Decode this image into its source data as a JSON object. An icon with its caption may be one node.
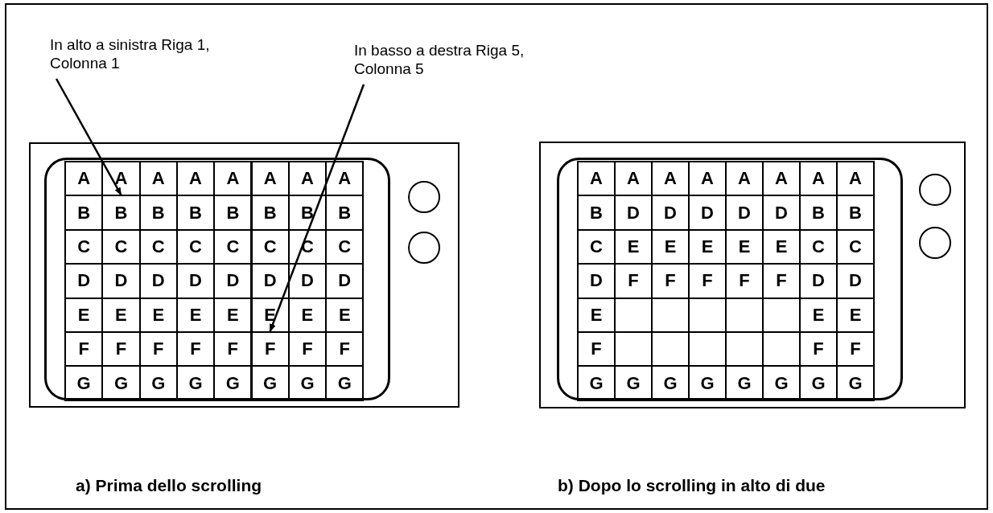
{
  "diagram": {
    "nodes": [
      {
        "text": [
          "In alto a sinistra Riga 1, Colonna 1"
        ]
      },
      {
        "text": [
          "In basso a destra Riga 5, Colonna 5"
        ]
      },
      {
        "text": [
          "B"
        ]
      },
      {
        "text": [
          "F"
        ]
      }
    ],
    "edges": [
      {
        "from": 0,
        "to": 2,
        "arrow": "to"
      },
      {
        "from": 1,
        "to": 3,
        "arrow": "to"
      }
    ],
    "labels": [
      "A",
      "A",
      "A",
      "A",
      "A",
      "A",
      "A",
      "A",
      "B",
      "B",
      "B",
      "B",
      "B",
      "B",
      "B",
      "C",
      "C",
      "C",
      "C",
      "C",
      "C",
      "C",
      "C",
      "D",
      "D",
      "D",
      "D",
      "D",
      "D",
      "D",
      "D",
      "E",
      "E",
      "E",
      "E",
      "E",
      "E",
      "E",
      "E",
      "F",
      "F",
      "F",
      "F",
      "F",
      "F",
      "F",
      "G",
      "G",
      "G",
      "G",
      "G",
      "G",
      "G",
      "G",
      "A",
      "A",
      "A",
      "A",
      "A",
      "A",
      "A",
      "A",
      "B",
      "D",
      "D",
      "D",
      "D",
      "D",
      "B",
      "B",
      "C",
      "E",
      "E",
      "E",
      "E",
      "E",
      "C",
      "C",
      "D",
      "F",
      "F",
      "F",
      "F",
      "F",
      "D",
      "D",
      "E",
      "E",
      "E",
      "F",
      "F",
      "F",
      "G",
      "G",
      "G",
      "G",
      "G",
      "G",
      "G",
      "G",
      "a) Prima dello scrolling",
      "b) Dopo lo scrolling in alto di due"
    ]
  }
}
